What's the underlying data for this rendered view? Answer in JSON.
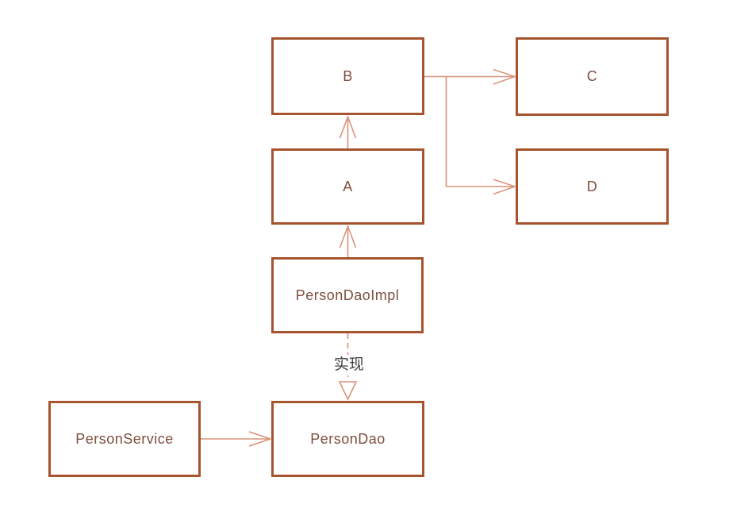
{
  "diagram": {
    "colors": {
      "background": "#ffffff",
      "box_border": "#a5542d",
      "box_fill": "#ffffff",
      "box_text": "#7e4f3e",
      "edge": "#d9937a",
      "edge_label_text": "#3f3f3f"
    },
    "nodes": [
      {
        "id": "B",
        "label": "B"
      },
      {
        "id": "C",
        "label": "C"
      },
      {
        "id": "A",
        "label": "A"
      },
      {
        "id": "D",
        "label": "D"
      },
      {
        "id": "PersonDaoImpl",
        "label": "PersonDaoImpl"
      },
      {
        "id": "PersonService",
        "label": "PersonService"
      },
      {
        "id": "PersonDao",
        "label": "PersonDao"
      }
    ],
    "edges": [
      {
        "from": "A",
        "to": "B",
        "style": "solid",
        "arrow": "open",
        "label": ""
      },
      {
        "from": "PersonDaoImpl",
        "to": "A",
        "style": "solid",
        "arrow": "open",
        "label": ""
      },
      {
        "from": "B",
        "to": "C",
        "style": "solid",
        "arrow": "open",
        "label": ""
      },
      {
        "from": "B",
        "to": "D",
        "style": "solid",
        "arrow": "open",
        "label": ""
      },
      {
        "from": "PersonService",
        "to": "PersonDao",
        "style": "solid",
        "arrow": "open",
        "label": ""
      },
      {
        "from": "PersonDaoImpl",
        "to": "PersonDao",
        "style": "dashed",
        "arrow": "hollow-triangle",
        "label": "实现"
      }
    ]
  }
}
